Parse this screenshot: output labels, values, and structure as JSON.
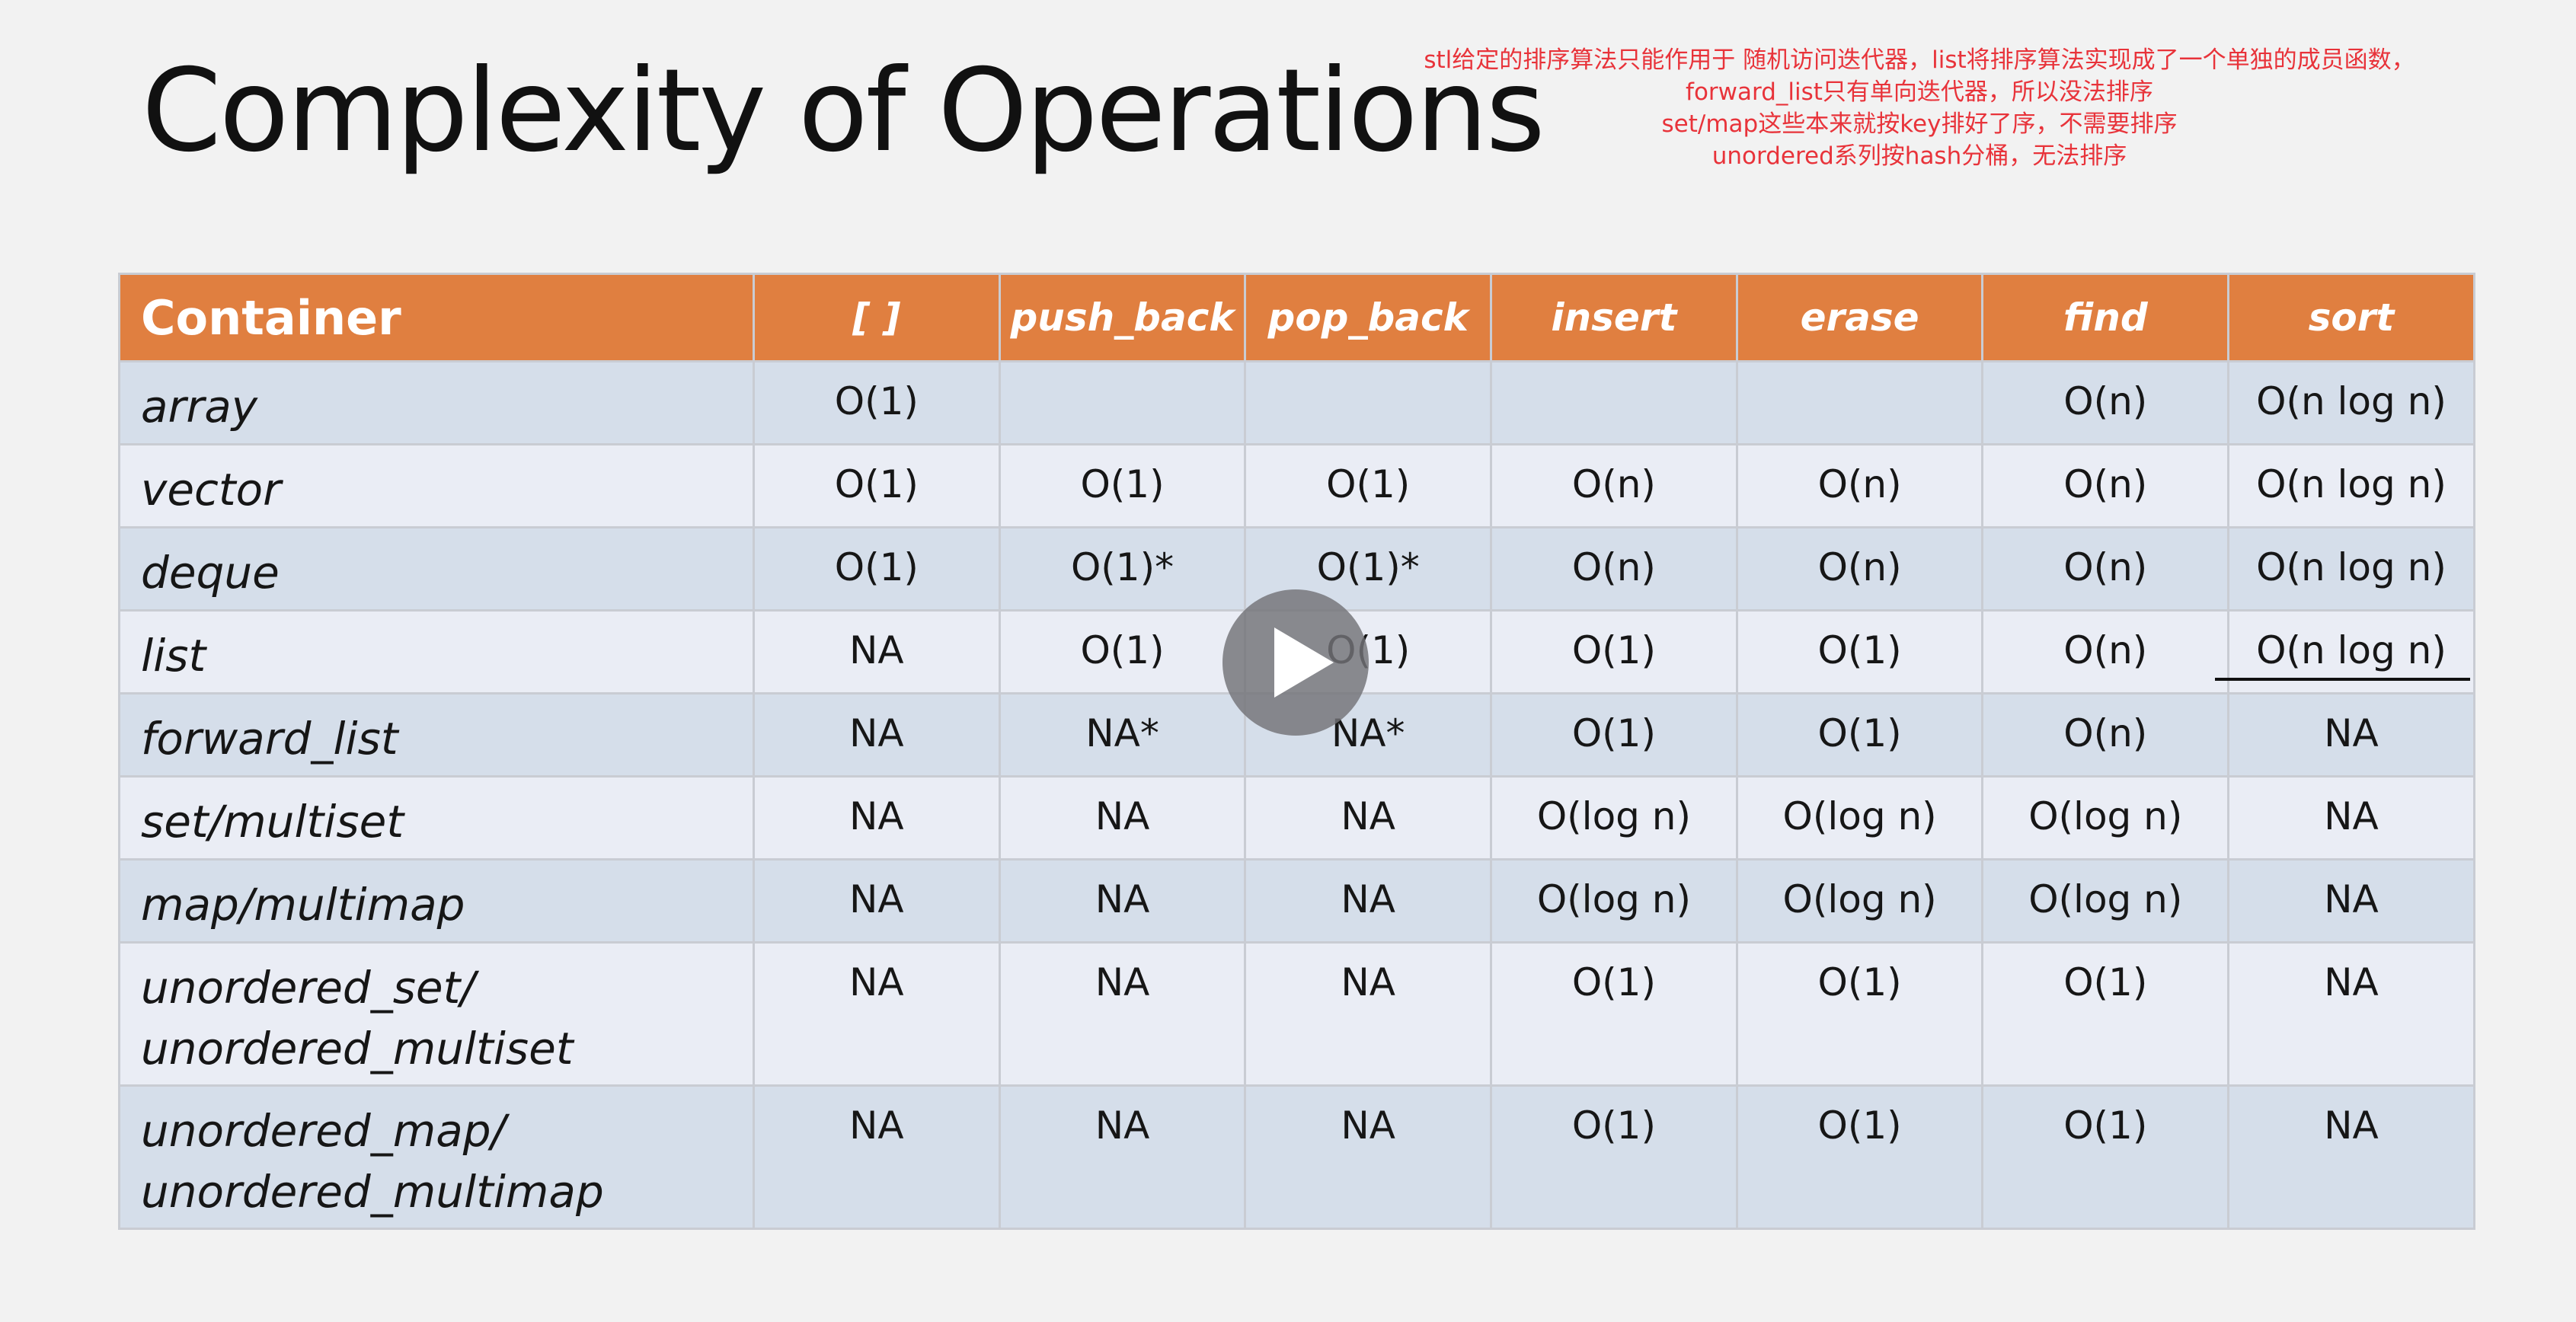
{
  "title": "Complexity of Operations",
  "note": [
    "stl给定的排序算法只能作用于 随机访问迭代器，list将排序算法实现成了一个单独的成员函数，",
    "forward_list只有单向迭代器，所以没法排序",
    "set/map这些本来就按key排好了序，不需要排序",
    "unordered系列按hash分桶，无法排序"
  ],
  "table": {
    "headers": [
      "Container",
      "[ ]",
      "push_back",
      "pop_back",
      "insert",
      "erase",
      "find",
      "sort"
    ],
    "rows": [
      {
        "name": [
          "array"
        ],
        "cells": [
          "O(1)",
          "",
          "",
          "",
          "",
          "O(n)",
          "O(n log n)"
        ]
      },
      {
        "name": [
          "vector"
        ],
        "cells": [
          "O(1)",
          "O(1)",
          "O(1)",
          "O(n)",
          "O(n)",
          "O(n)",
          "O(n log n)"
        ]
      },
      {
        "name": [
          "deque"
        ],
        "cells": [
          "O(1)",
          "O(1)*",
          "O(1)*",
          "O(n)",
          "O(n)",
          "O(n)",
          "O(n log n)"
        ]
      },
      {
        "name": [
          "list"
        ],
        "cells": [
          "NA",
          "O(1)",
          "O(1)",
          "O(1)",
          "O(1)",
          "O(n)",
          "O(n log n)"
        ]
      },
      {
        "name": [
          "forward_list"
        ],
        "cells": [
          "NA",
          "NA*",
          "NA*",
          "O(1)",
          "O(1)",
          "O(n)",
          "NA"
        ]
      },
      {
        "name": [
          "set/multiset"
        ],
        "cells": [
          "NA",
          "NA",
          "NA",
          "O(log n)",
          "O(log n)",
          "O(log n)",
          "NA"
        ]
      },
      {
        "name": [
          "map/multimap"
        ],
        "cells": [
          "NA",
          "NA",
          "NA",
          "O(log n)",
          "O(log n)",
          "O(log n)",
          "NA"
        ]
      },
      {
        "name": [
          "unordered_set/",
          "unordered_multiset"
        ],
        "cells": [
          "NA",
          "NA",
          "NA",
          "O(1)",
          "O(1)",
          "O(1)",
          "NA"
        ]
      },
      {
        "name": [
          "unordered_map/",
          "unordered_multimap"
        ],
        "cells": [
          "NA",
          "NA",
          "NA",
          "O(1)",
          "O(1)",
          "O(1)",
          "NA"
        ]
      }
    ]
  },
  "player": {
    "icon": "play-icon"
  }
}
